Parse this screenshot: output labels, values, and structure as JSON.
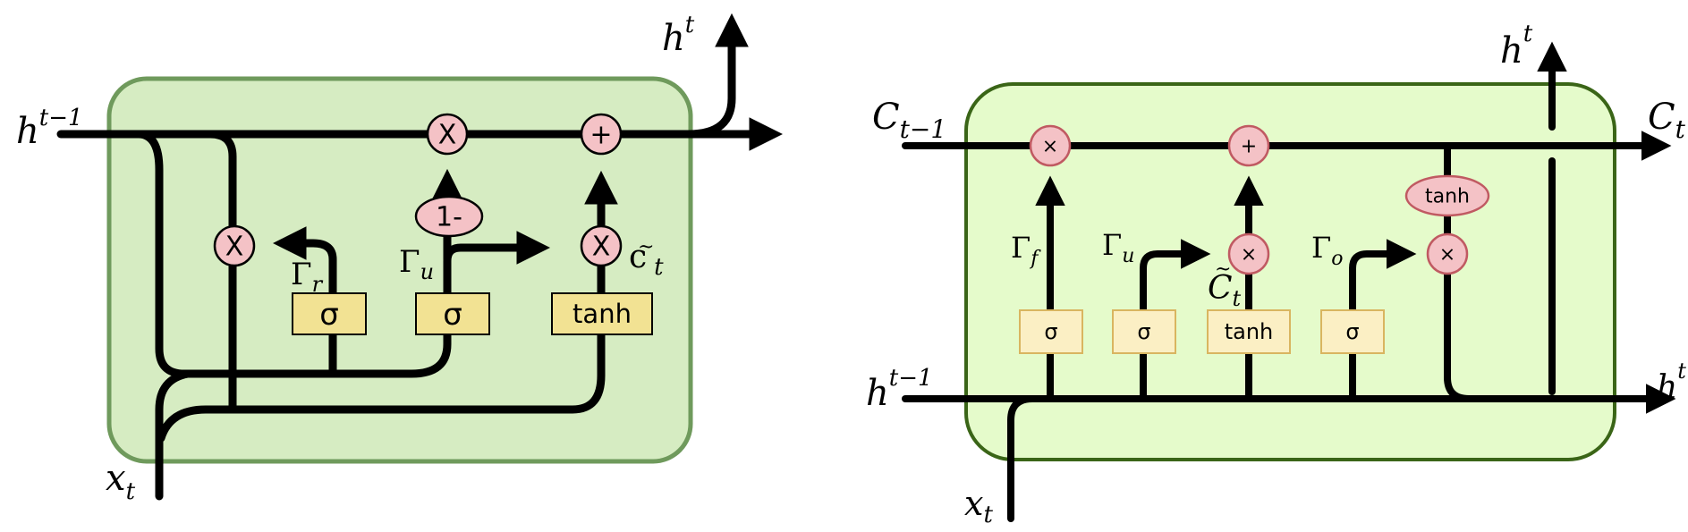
{
  "gru": {
    "input_h": "h",
    "input_h_sup": "t−1",
    "output_h": "h",
    "output_h_sup": "t",
    "input_x": "x",
    "input_x_sub": "t",
    "gate_reset": "Γ",
    "gate_reset_sub": "r",
    "gate_update": "Γ",
    "gate_update_sub": "u",
    "candidate": "c",
    "candidate_sub": "t",
    "box_reset": "σ",
    "box_update": "σ",
    "box_tanh": "tanh",
    "op_mul_top": "X",
    "op_add_top": "+",
    "op_one_minus": "1-",
    "op_mul_reset": "X",
    "op_mul_candidate": "X",
    "colors": {
      "cell": "#d6ecc2",
      "cell_border": "#6f9a5c",
      "box": "#f2e293",
      "op": "#f4c2c6"
    }
  },
  "lstm": {
    "input_c": "C",
    "input_c_sub": "t−1",
    "output_c": "C",
    "output_c_sub": "t",
    "input_h": "h",
    "input_h_sup": "t−1",
    "output_h_top": "h",
    "output_h_top_sup": "t",
    "output_h_right": "h",
    "output_h_right_sup": "t",
    "input_x": "x",
    "input_x_sub": "t",
    "gate_forget": "Γ",
    "gate_forget_sub": "f",
    "gate_update": "Γ",
    "gate_update_sub": "u",
    "gate_output": "Γ",
    "gate_output_sub": "o",
    "candidate": "C",
    "candidate_sub": "t",
    "box_forget": "σ",
    "box_update": "σ",
    "box_tanh": "tanh",
    "box_output": "σ",
    "op_forget_mul": "×",
    "op_add": "+",
    "op_candidate_mul": "×",
    "op_output_mul": "×",
    "op_tanh": "tanh",
    "colors": {
      "cell": "#e5fbcb",
      "cell_border": "#3a6517",
      "box": "#fbefc4",
      "op": "#f4c2c6"
    }
  }
}
